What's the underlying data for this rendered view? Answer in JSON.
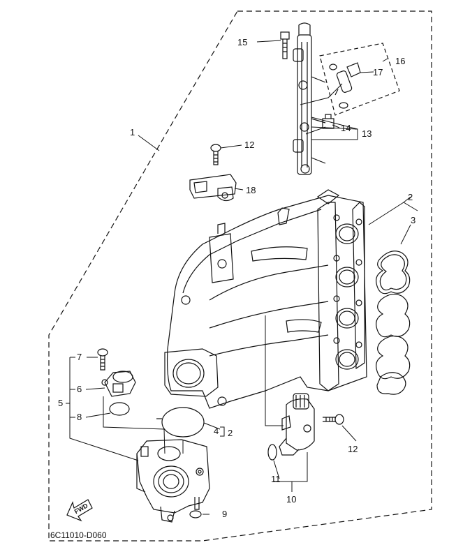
{
  "diagram_code": "6C11010-D060",
  "fwd_label": "FWD",
  "callouts": {
    "c1": "1",
    "c2a": "2",
    "c2b": "2",
    "c3": "3",
    "c4": "4",
    "c5": "5",
    "c6": "6",
    "c7": "7",
    "c8": "8",
    "c9": "9",
    "c10": "10",
    "c11": "11",
    "c12a": "12",
    "c12b": "12",
    "c13": "13",
    "c14": "14",
    "c15": "15",
    "c16": "16",
    "c17": "17",
    "c18": "18"
  },
  "colors": {
    "line": "#111111",
    "background": "#ffffff"
  }
}
